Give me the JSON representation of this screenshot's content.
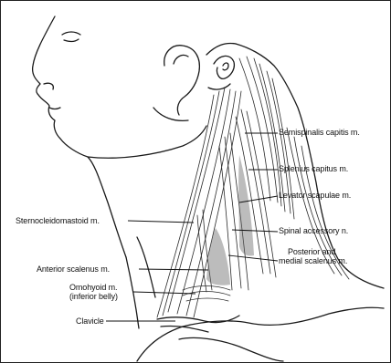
{
  "labels": {
    "semispinalis": "Semispinalis capitis m.",
    "splenius": "Splenius capitus m.",
    "levator": "Levator scapulae m.",
    "sternocleidomastoid": "Sternocleidomastoid m.",
    "spinal_accessory": "Spinal accessory n.",
    "posterior_line1": "Posterior and",
    "posterior_line2": "medial scalenus m.",
    "anterior_scalenus": "Anterior scalenus m.",
    "omohyoid_line1": "Omohyoid m.",
    "omohyoid_line2": "(inferior belly)",
    "clavicle": "Clavicle"
  },
  "colors": {
    "ink": "#1a1a1a",
    "shade": "#6b6b6b",
    "frame": "#222222"
  }
}
